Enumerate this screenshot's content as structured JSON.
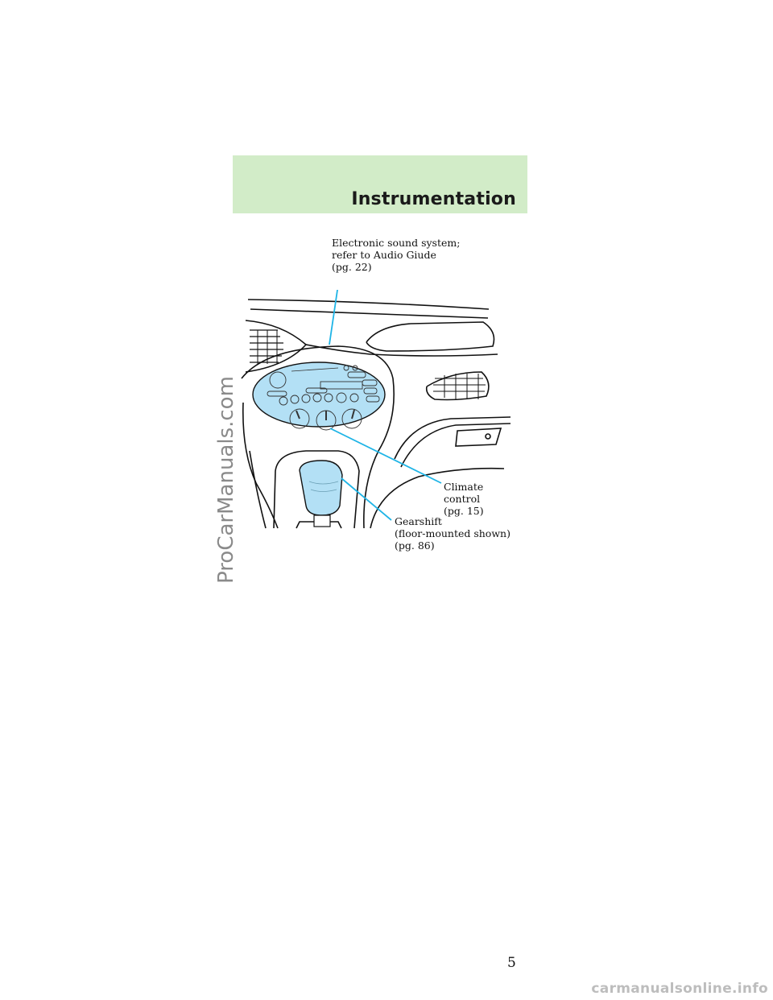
{
  "header": {
    "title": "Instrumentation"
  },
  "callouts": {
    "audio": [
      "Electronic sound system;",
      "refer to Audio Giude",
      "(pg. 22)"
    ],
    "climate": [
      "Climate",
      "control",
      "(pg. 15)"
    ],
    "gearshift": [
      "Gearshift",
      "(floor-mounted shown)",
      "(pg. 86)"
    ]
  },
  "page": {
    "number": "5"
  },
  "watermarks": {
    "side": "ProCarManuals.com",
    "bottom": "carmanualsonline.info"
  },
  "colors": {
    "header_band": "#d2ecc8",
    "highlight": "#b3e0f5",
    "leader": "#1eb4e6"
  }
}
